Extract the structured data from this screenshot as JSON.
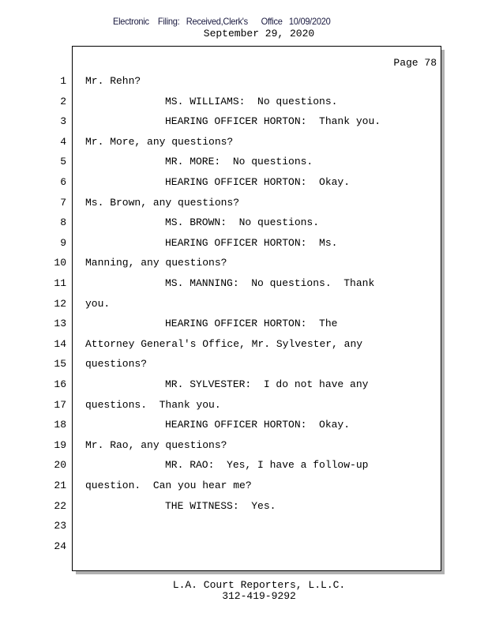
{
  "header": {
    "filing_stamp": "Electronic    Filing:   Received,Clerk's      Office   10/09/2020",
    "date": "September 29, 2020"
  },
  "page_label": "Page 78",
  "lines": [
    {
      "n": "1",
      "text": "Mr. Rehn?",
      "indent": false
    },
    {
      "n": "2",
      "text": "MS. WILLIAMS:  No questions.",
      "indent": true
    },
    {
      "n": "3",
      "text": "HEARING OFFICER HORTON:  Thank you.",
      "indent": true
    },
    {
      "n": "4",
      "text": "Mr. More, any questions?",
      "indent": false
    },
    {
      "n": "5",
      "text": "MR. MORE:  No questions.",
      "indent": true
    },
    {
      "n": "6",
      "text": "HEARING OFFICER HORTON:  Okay.",
      "indent": true
    },
    {
      "n": "7",
      "text": "Ms. Brown, any questions?",
      "indent": false
    },
    {
      "n": "8",
      "text": "MS. BROWN:  No questions.",
      "indent": true
    },
    {
      "n": "9",
      "text": "HEARING OFFICER HORTON:  Ms.",
      "indent": true
    },
    {
      "n": "10",
      "text": "Manning, any questions?",
      "indent": false
    },
    {
      "n": "11",
      "text": "MS. MANNING:  No questions.  Thank",
      "indent": true
    },
    {
      "n": "12",
      "text": "you.",
      "indent": false
    },
    {
      "n": "13",
      "text": "HEARING OFFICER HORTON:  The",
      "indent": true
    },
    {
      "n": "14",
      "text": "Attorney General's Office, Mr. Sylvester, any",
      "indent": false
    },
    {
      "n": "15",
      "text": "questions?",
      "indent": false
    },
    {
      "n": "16",
      "text": "MR. SYLVESTER:  I do not have any",
      "indent": true
    },
    {
      "n": "17",
      "text": "questions.  Thank you.",
      "indent": false
    },
    {
      "n": "18",
      "text": "HEARING OFFICER HORTON:  Okay.",
      "indent": true
    },
    {
      "n": "19",
      "text": "Mr. Rao, any questions?",
      "indent": false
    },
    {
      "n": "20",
      "text": "MR. RAO:  Yes, I have a follow-up",
      "indent": true
    },
    {
      "n": "21",
      "text": "question.  Can you hear me?",
      "indent": false
    },
    {
      "n": "22",
      "text": "THE WITNESS:  Yes.",
      "indent": true
    },
    {
      "n": "23",
      "text": "",
      "indent": false
    },
    {
      "n": "24",
      "text": "",
      "indent": false
    }
  ],
  "footer": {
    "company": "L.A. Court Reporters, L.L.C.",
    "phone": "312-419-9292"
  }
}
